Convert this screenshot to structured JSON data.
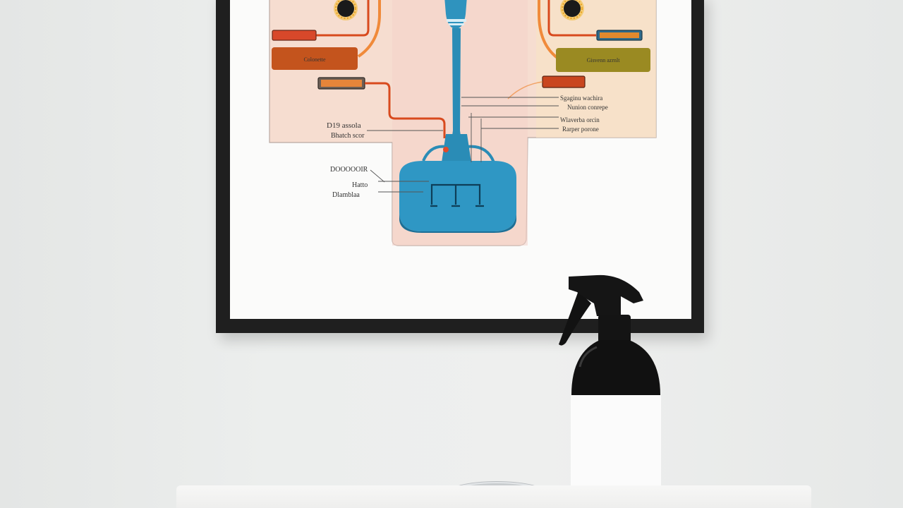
{
  "poster": {
    "labels": {
      "top_left_tag": "",
      "left_box": "Colonette",
      "mid_left_tag": "",
      "right_tag": "",
      "right_box": "Gisvenn azrnlt",
      "right_small_tag": "",
      "callout_left_1": "D19 assola",
      "callout_left_2": "Bhatch scor",
      "callout_left_3": "DOOOOOIR",
      "callout_left_4": "Hatto",
      "callout_left_5": "Dlamblaa",
      "callout_right_1": "Sgaginu wachira",
      "callout_right_2": "Nunion conrepe",
      "callout_right_3": "Wlaverba orcin",
      "callout_right_4": "Rarper porone"
    }
  },
  "bottle": {
    "label_text": ""
  }
}
